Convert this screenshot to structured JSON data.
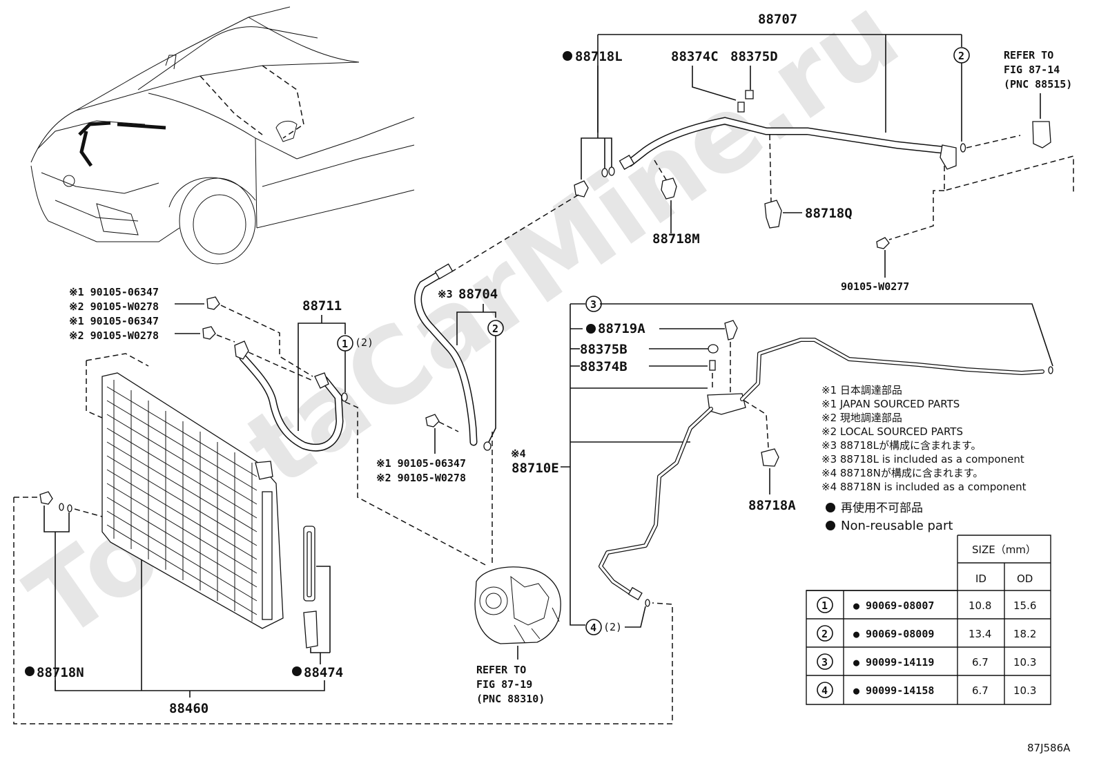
{
  "diagram_id": "87J586A",
  "watermark": "ToyotaCarMine.ru",
  "parts": {
    "assy_88707": "88707",
    "p_88718L": "88718L",
    "p_88374C": "88374C",
    "p_88375D": "88375D",
    "p_88718M": "88718M",
    "p_88718Q": "88718Q",
    "p_90105W0277": "90105-W0277",
    "p_88704": "88704",
    "p_88704_note": "※3",
    "p_88711": "88711",
    "p_88711_ref": "(2)",
    "p_88719A": "88719A",
    "p_88375B": "88375B",
    "p_88374B": "88374B",
    "p_88710E": "88710E",
    "p_88710E_note": "※4",
    "p_88718A": "88718A",
    "p_88718N": "88718N",
    "p_88474": "88474",
    "p_88460": "88460",
    "oring4_ref": "(2)"
  },
  "bolt_labels": {
    "a1": "※1 90105-06347",
    "a2": "※2 90105-W0278",
    "b1": "※1 90105-06347",
    "b2": "※2 90105-W0278",
    "c1": "※1 90105-06347",
    "c2": "※2 90105-W0278"
  },
  "refers": {
    "top": [
      "REFER TO",
      "FIG 87-14",
      "(PNC 88515)"
    ],
    "compressor": [
      "REFER TO",
      "FIG 87-19",
      "(PNC 88310)"
    ]
  },
  "notes": [
    "※1 日本調達部品",
    "※1 JAPAN SOURCED PARTS",
    "※2 現地調達部品",
    "※2 LOCAL SOURCED PARTS",
    "※3 88718Lが構成に含まれます。",
    "※3 88718L is included as a component",
    "※4 88718Nが構成に含まれます。",
    "※4 88718N is included as a component"
  ],
  "legend": {
    "symbol": "●",
    "jp": "再使用不可部品",
    "en": "Non-reusable part"
  },
  "callouts": [
    "1",
    "2",
    "3",
    "4"
  ],
  "size_table": {
    "title": "SIZE（mm）",
    "col_id": "ID",
    "col_od": "OD",
    "rows": [
      {
        "no": "1",
        "pn": "● 90069-08007",
        "id": "10.8",
        "od": "15.6"
      },
      {
        "no": "2",
        "pn": "● 90069-08009",
        "id": "13.4",
        "od": "18.2"
      },
      {
        "no": "3",
        "pn": "● 90099-14119",
        "id": "6.7",
        "od": "10.3"
      },
      {
        "no": "4",
        "pn": "● 90099-14158",
        "id": "6.7",
        "od": "10.3"
      }
    ]
  }
}
